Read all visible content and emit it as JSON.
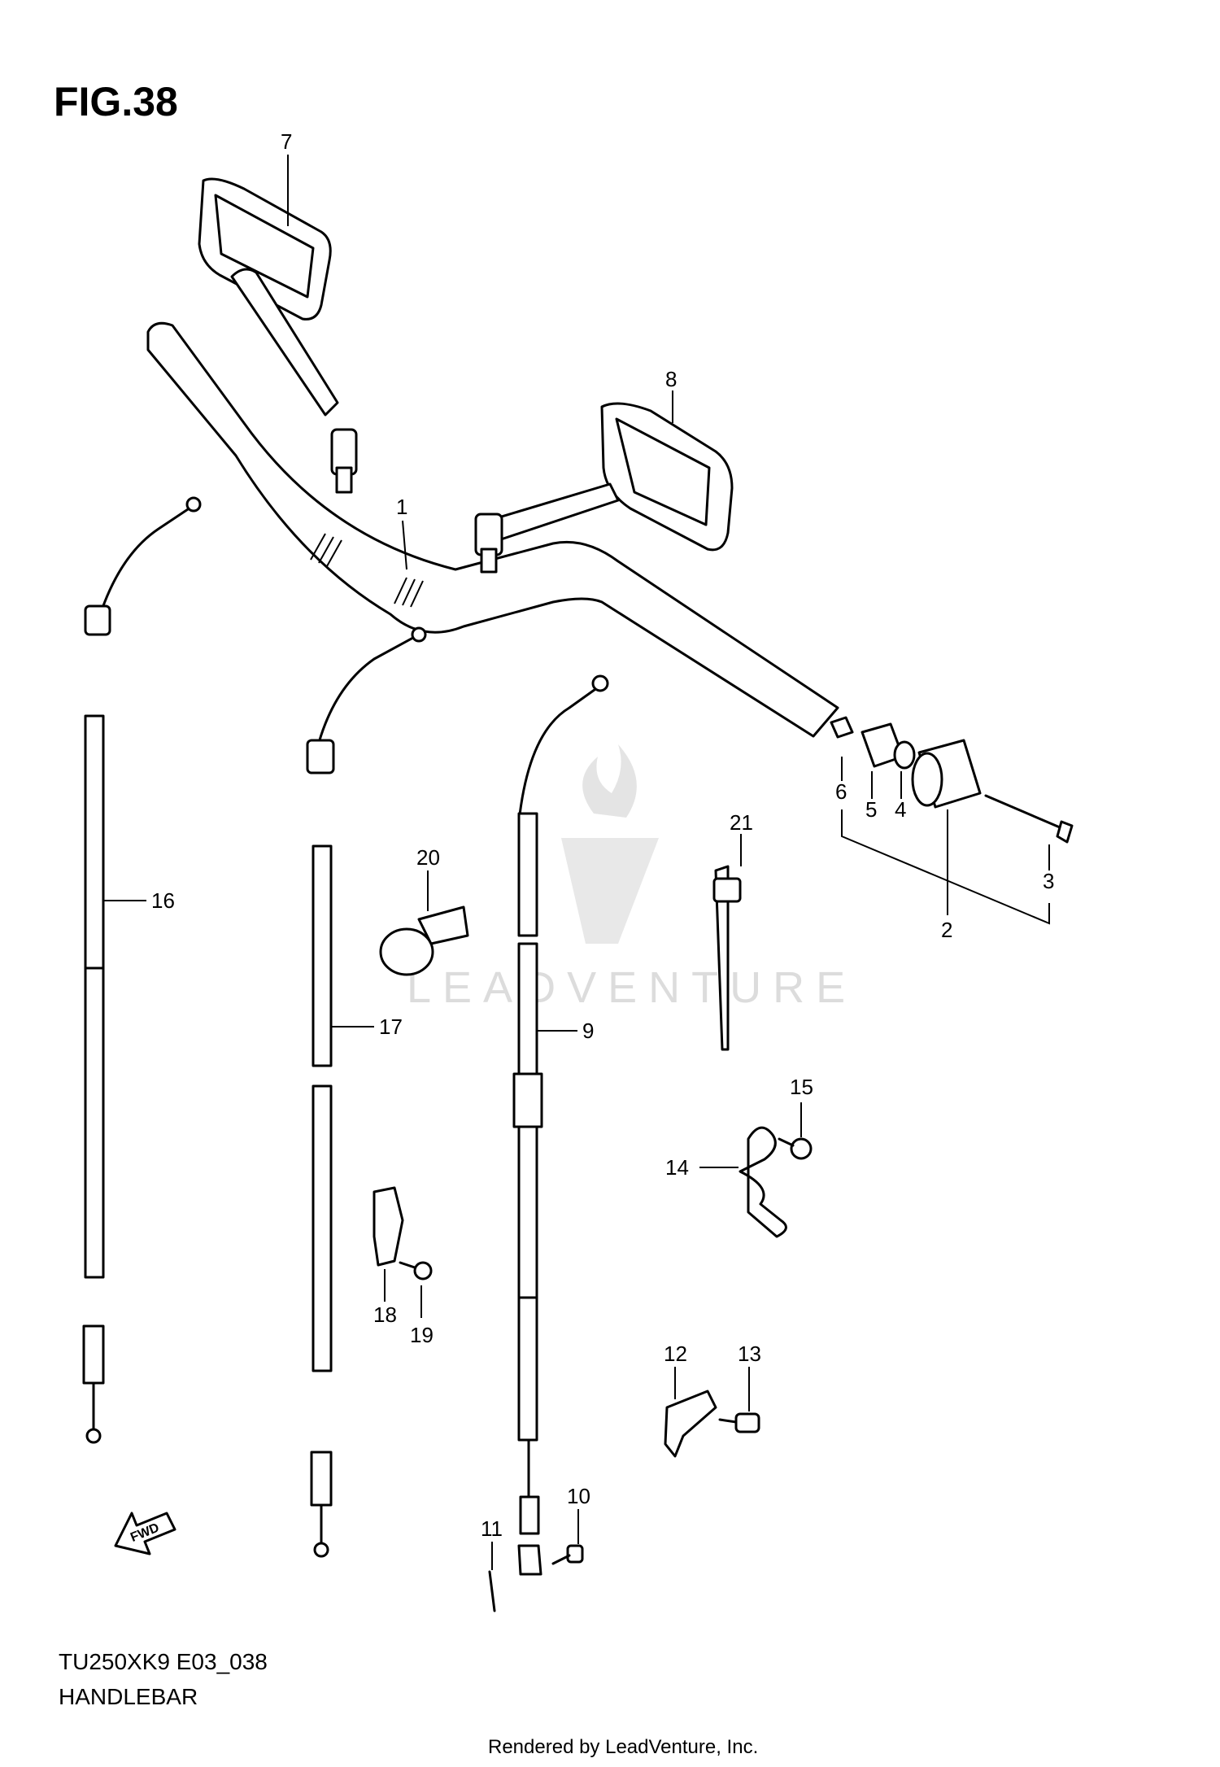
{
  "figure": {
    "label": "FIG.38",
    "model_code": "TU250XK9  E03_038",
    "title": "HANDLEBAR"
  },
  "watermark": {
    "text": "LEADVENTURE"
  },
  "footer": {
    "rendered_by": "Rendered by LeadVenture, Inc."
  },
  "fwd_arrow": {
    "label": "FWD"
  },
  "callouts": {
    "c1": "1",
    "c2": "2",
    "c3": "3",
    "c4": "4",
    "c5": "5",
    "c6": "6",
    "c7": "7",
    "c8": "8",
    "c9": "9",
    "c10": "10",
    "c11": "11",
    "c12": "12",
    "c13": "13",
    "c14": "14",
    "c15": "15",
    "c16": "16",
    "c17": "17",
    "c18": "18",
    "c19": "19",
    "c20": "20",
    "c21": "21"
  },
  "colors": {
    "ink": "#000000",
    "watermark": "#dcdcdc",
    "paper": "#ffffff"
  }
}
